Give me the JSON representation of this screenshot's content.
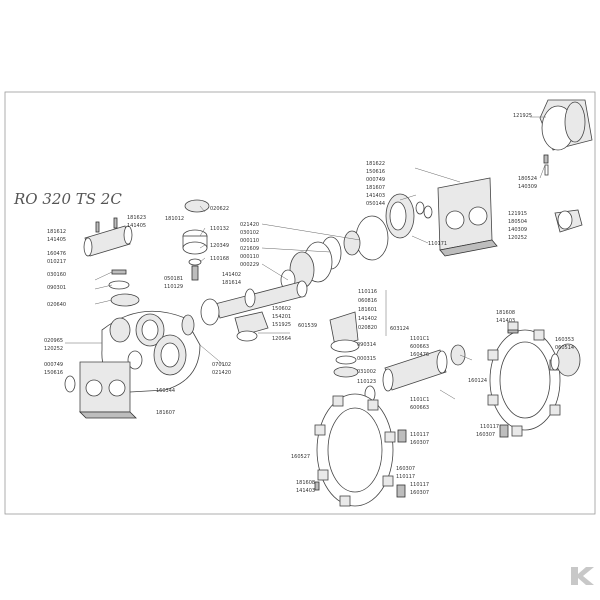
{
  "title": "RO 320 TS 2C",
  "labels": [
    {
      "id": "p121925",
      "text": "121925"
    },
    {
      "id": "p180524",
      "text": "180524"
    },
    {
      "id": "p140309a",
      "text": "140309"
    },
    {
      "id": "p181622",
      "text": "181622"
    },
    {
      "id": "p150616a",
      "text": "150616"
    },
    {
      "id": "p000749a",
      "text": "000749"
    },
    {
      "id": "p181607a",
      "text": "181607"
    },
    {
      "id": "p141403a",
      "text": "141403"
    },
    {
      "id": "p050144",
      "text": "050144"
    },
    {
      "id": "p121915",
      "text": "121915"
    },
    {
      "id": "p180504",
      "text": "180504"
    },
    {
      "id": "p140309b",
      "text": "140309"
    },
    {
      "id": "p120252a",
      "text": "120252"
    },
    {
      "id": "p110171",
      "text": "110171"
    },
    {
      "id": "p021420a",
      "text": "021420"
    },
    {
      "id": "p030102",
      "text": "030102"
    },
    {
      "id": "p000110a",
      "text": "000110"
    },
    {
      "id": "p021609",
      "text": "021609"
    },
    {
      "id": "p000110b",
      "text": "000110"
    },
    {
      "id": "p000229",
      "text": "000229"
    },
    {
      "id": "p020622",
      "text": "020622"
    },
    {
      "id": "p181012",
      "text": "181012"
    },
    {
      "id": "p110132",
      "text": "110132"
    },
    {
      "id": "p120349",
      "text": "120349"
    },
    {
      "id": "p110168",
      "text": "110168"
    },
    {
      "id": "p141402a",
      "text": "141402"
    },
    {
      "id": "p181614",
      "text": "181614"
    },
    {
      "id": "p050181",
      "text": "050181"
    },
    {
      "id": "p110129",
      "text": "110129"
    },
    {
      "id": "p181612",
      "text": "181612"
    },
    {
      "id": "p141405a",
      "text": "141405"
    },
    {
      "id": "p181623",
      "text": "181623"
    },
    {
      "id": "p141405b",
      "text": "141405"
    },
    {
      "id": "p160476a",
      "text": "160476"
    },
    {
      "id": "p010217",
      "text": "010217"
    },
    {
      "id": "p030160",
      "text": "030160"
    },
    {
      "id": "p090301",
      "text": "090301"
    },
    {
      "id": "p020640",
      "text": "020640"
    },
    {
      "id": "p110116",
      "text": "110116"
    },
    {
      "id": "p060816",
      "text": "060816"
    },
    {
      "id": "p181601",
      "text": "181601"
    },
    {
      "id": "p141402b",
      "text": "141402"
    },
    {
      "id": "p020820",
      "text": "020820"
    },
    {
      "id": "p603124",
      "text": "603124"
    },
    {
      "id": "p150602",
      "text": "150602"
    },
    {
      "id": "p154201",
      "text": "154201"
    },
    {
      "id": "p151925",
      "text": "151925"
    },
    {
      "id": "p601539",
      "text": "601539"
    },
    {
      "id": "p120564",
      "text": "120564"
    },
    {
      "id": "p090314",
      "text": "090314"
    },
    {
      "id": "p000315",
      "text": "000315"
    },
    {
      "id": "p031002",
      "text": "031002"
    },
    {
      "id": "p110123",
      "text": "110123"
    },
    {
      "id": "p181608a",
      "text": "181608"
    },
    {
      "id": "p141403b",
      "text": "141403"
    },
    {
      "id": "p160353",
      "text": "160353"
    },
    {
      "id": "p060514",
      "text": "060514"
    },
    {
      "id": "p110101a",
      "text": "1101C1"
    },
    {
      "id": "p600663a",
      "text": "600663"
    },
    {
      "id": "p160476b",
      "text": "160476"
    },
    {
      "id": "p160124",
      "text": "160124"
    },
    {
      "id": "p020965",
      "text": "020965"
    },
    {
      "id": "p120252b",
      "text": "120252"
    },
    {
      "id": "p000749b",
      "text": "000749"
    },
    {
      "id": "p150616b",
      "text": "150616"
    },
    {
      "id": "p160344",
      "text": "160344"
    },
    {
      "id": "p181607b",
      "text": "181607"
    },
    {
      "id": "p070102",
      "text": "070102"
    },
    {
      "id": "p021420b",
      "text": "021420"
    },
    {
      "id": "p110101b",
      "text": "1101C1"
    },
    {
      "id": "p600663b",
      "text": "600663"
    },
    {
      "id": "p110117a",
      "text": "110117"
    },
    {
      "id": "p160307a",
      "text": "160307"
    },
    {
      "id": "p110117b",
      "text": "110117"
    },
    {
      "id": "p160307b",
      "text": "160307"
    },
    {
      "id": "p160527",
      "text": "160527"
    },
    {
      "id": "p110117c",
      "text": "110117"
    },
    {
      "id": "p160307c",
      "text": "160307"
    },
    {
      "id": "p181608b",
      "text": "181608"
    },
    {
      "id": "p141403c",
      "text": "141403"
    },
    {
      "id": "p110117d",
      "text": "110117"
    },
    {
      "id": "p160307d",
      "text": "160307"
    }
  ],
  "colors": {
    "line": "#444444",
    "fill_light": "#e9e9e9",
    "fill_dark": "#bdbdbd",
    "brand": "#c8c8c8"
  }
}
